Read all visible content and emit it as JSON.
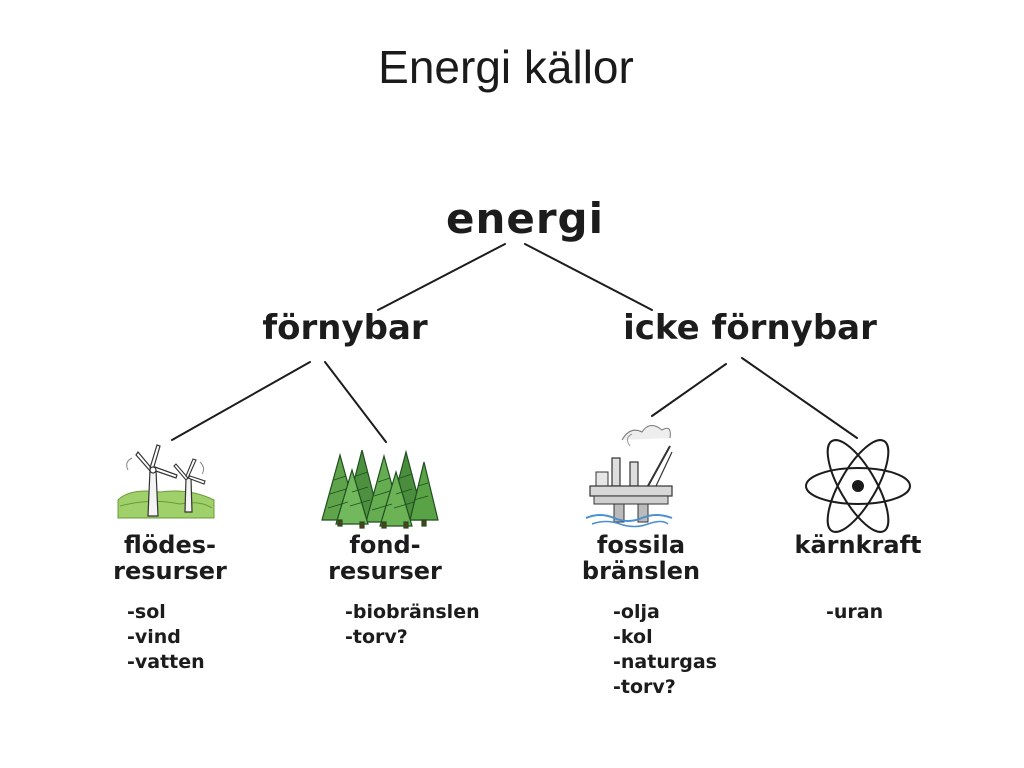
{
  "title": "Energi källor",
  "root": "energi",
  "branches": {
    "renewable": "förnybar",
    "nonrenewable": "icke förnybar"
  },
  "leaves": [
    {
      "line1": "flödes-",
      "line2": "resurser",
      "icon": "wind-turbine-icon",
      "items": [
        "-sol",
        "-vind",
        "-vatten"
      ]
    },
    {
      "line1": "fond-",
      "line2": "resurser",
      "icon": "forest-icon",
      "items": [
        "-biobränslen",
        "-torv?"
      ]
    },
    {
      "line1": "fossila",
      "line2": "bränslen",
      "icon": "oil-platform-icon",
      "items": [
        "-olja",
        "-kol",
        "-naturgas",
        "-torv?"
      ]
    },
    {
      "line1": "kärnkraft",
      "line2": "",
      "icon": "atom-icon",
      "items": [
        "-uran"
      ]
    }
  ]
}
